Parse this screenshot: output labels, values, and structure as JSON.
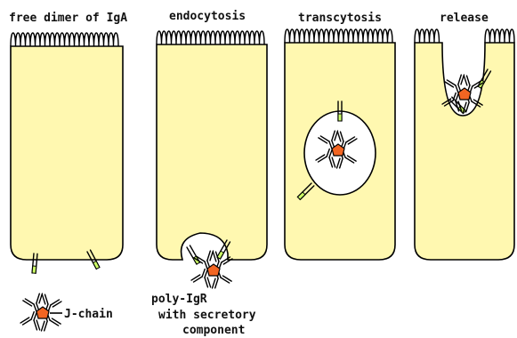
{
  "stages": [
    {
      "id": "free",
      "title": "free dimer of IgA"
    },
    {
      "id": "endocytosis",
      "title": "endocytosis"
    },
    {
      "id": "transcytosis",
      "title": "transcytosis"
    },
    {
      "id": "release",
      "title": "release"
    }
  ],
  "annotations": {
    "j_chain": "J-chain",
    "receptor": "poly-IgR",
    "receptor_sub1": "with secretory",
    "receptor_sub2": "component"
  },
  "colors": {
    "cell": "#fff8b0",
    "vesicle": "#ffffff",
    "j_chain": "#f26522",
    "secretory": "#ccff66",
    "outline": "#000000"
  }
}
